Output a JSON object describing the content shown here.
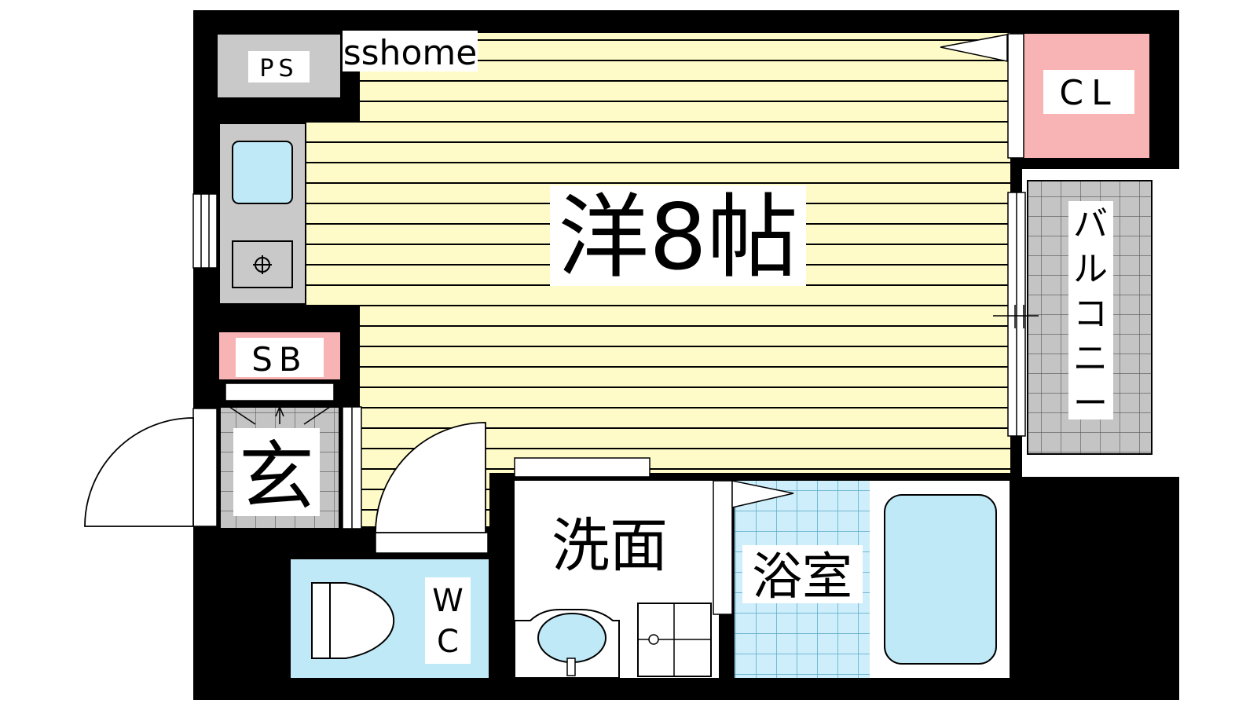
{
  "floorplan": {
    "watermark": "sshome",
    "rooms": {
      "western_room": "洋8帖",
      "entrance": "玄",
      "washroom": "洗面",
      "bathroom": "浴室",
      "toilet": "WC",
      "balcony": "バルコニー",
      "closet": "CL",
      "pipe_space": "PS",
      "shoe_box": "SB"
    },
    "colors": {
      "wall": "#000000",
      "room_floor": "#fffbc8",
      "closet": "#f8b4b4",
      "water_area": "#bfe9f7",
      "balcony_tile": "#bdbdbd",
      "kitchen": "#cccccc"
    }
  }
}
